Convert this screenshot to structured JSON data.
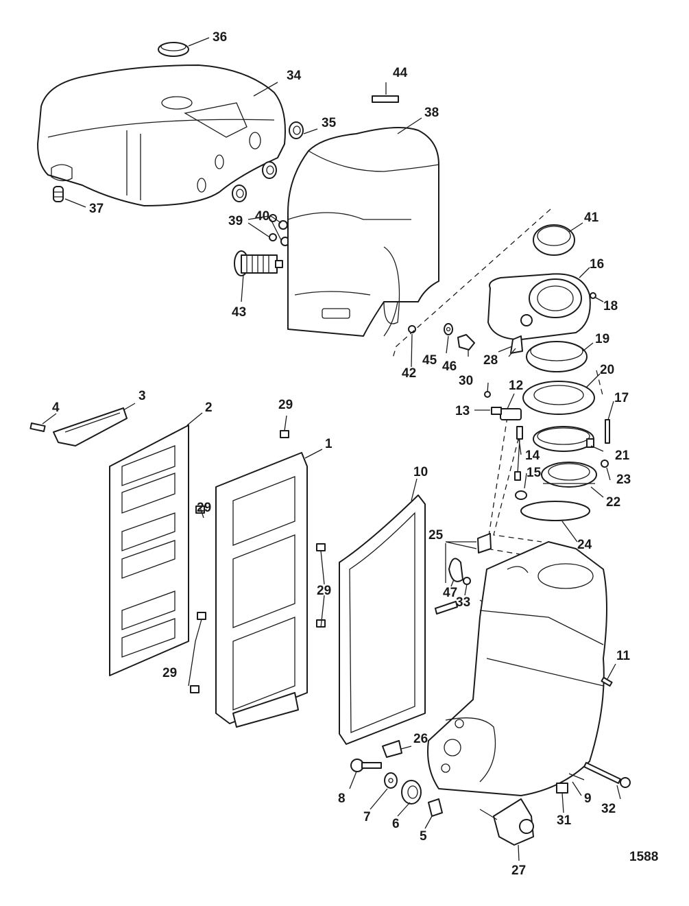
{
  "figure_number": "1588",
  "callouts": {
    "c1": "1",
    "c2": "2",
    "c3": "3",
    "c4": "4",
    "c5": "5",
    "c6": "6",
    "c7": "7",
    "c8": "8",
    "c9": "9",
    "c10": "10",
    "c11": "11",
    "c12": "12",
    "c13": "13",
    "c14": "14",
    "c15": "15",
    "c16": "16",
    "c17": "17",
    "c18": "18",
    "c19": "19",
    "c20": "20",
    "c21": "21",
    "c22": "22",
    "c23": "23",
    "c24": "24",
    "c25": "25",
    "c26": "26",
    "c27": "27",
    "c28": "28",
    "c29": "29",
    "c30": "30",
    "c31": "31",
    "c32": "32",
    "c33": "33",
    "c34": "34",
    "c35": "35",
    "c36": "36",
    "c37": "37",
    "c38": "38",
    "c39": "39",
    "c40": "40",
    "c41": "41",
    "c42": "42",
    "c43": "43",
    "c44": "44",
    "c45": "45",
    "c46": "46",
    "c47": "47"
  }
}
